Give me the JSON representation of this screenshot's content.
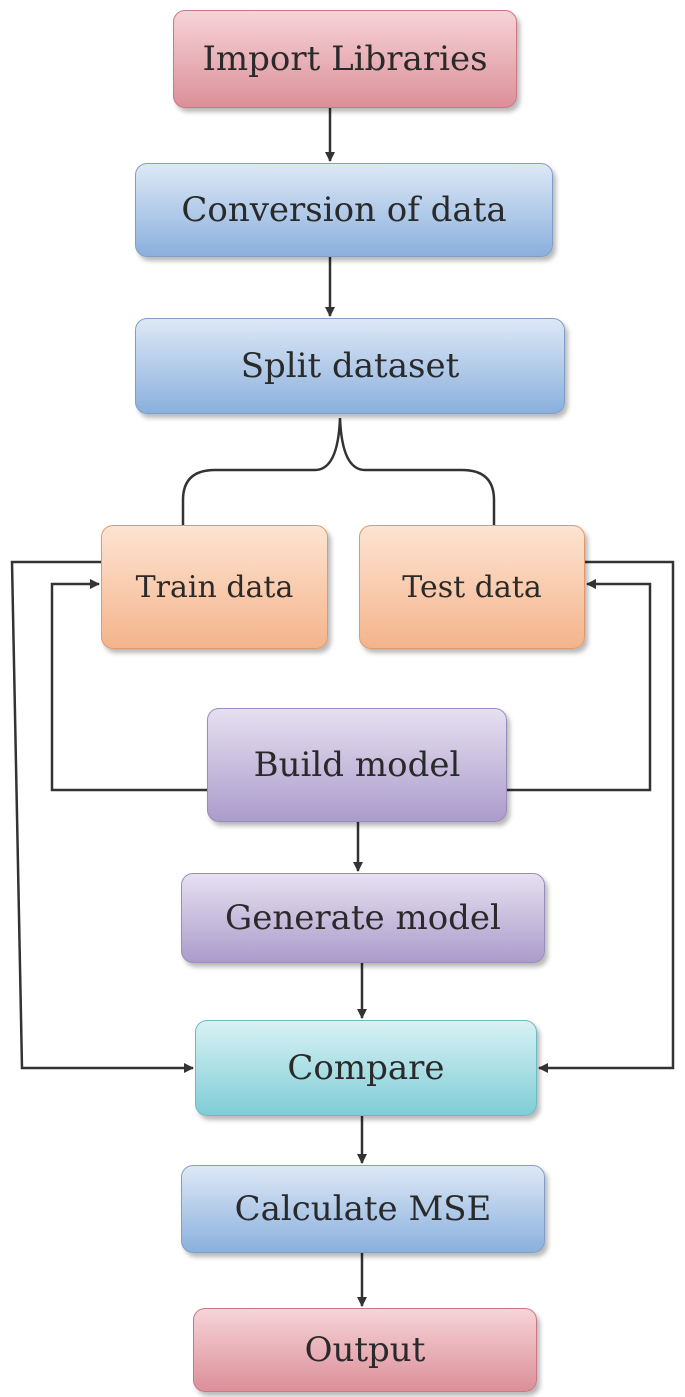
{
  "diagram": {
    "nodes": [
      {
        "id": "import",
        "label": "Import Libraries",
        "fill": [
          "#f6d4d8",
          "#dc8f99"
        ],
        "border": "#c97884"
      },
      {
        "id": "convert",
        "label": "Conversion of data",
        "fill": [
          "#dde8f6",
          "#8ab0dd"
        ],
        "border": "#7f9fc8"
      },
      {
        "id": "split",
        "label": "Split dataset",
        "fill": [
          "#dde8f6",
          "#8ab0dd"
        ],
        "border": "#7f9fc8"
      },
      {
        "id": "train",
        "label": "Train data",
        "fill": [
          "#fde4d2",
          "#f4b48c"
        ],
        "border": "#e09a6a"
      },
      {
        "id": "test",
        "label": "Test data",
        "fill": [
          "#fde4d2",
          "#f4b48c"
        ],
        "border": "#e09a6a"
      },
      {
        "id": "build",
        "label": "Build model",
        "fill": [
          "#e6e0f0",
          "#ab9ccb"
        ],
        "border": "#9a8bbd"
      },
      {
        "id": "generate",
        "label": "Generate model",
        "fill": [
          "#e6e0f0",
          "#ab9ccb"
        ],
        "border": "#9a8bbd"
      },
      {
        "id": "compare",
        "label": "Compare",
        "fill": [
          "#d8f2f4",
          "#7fcdd6"
        ],
        "border": "#6fb9c2"
      },
      {
        "id": "mse",
        "label": "Calculate MSE",
        "fill": [
          "#dde8f6",
          "#8ab0dd"
        ],
        "border": "#7f9fc8"
      },
      {
        "id": "output",
        "label": "Output",
        "fill": [
          "#f6d4d8",
          "#dc8f99"
        ],
        "border": "#c97884"
      }
    ],
    "edges": [
      {
        "from": "import",
        "to": "convert"
      },
      {
        "from": "convert",
        "to": "split"
      },
      {
        "from": "split",
        "to": "train"
      },
      {
        "from": "split",
        "to": "test"
      },
      {
        "from": "build",
        "to": "train"
      },
      {
        "from": "build",
        "to": "test"
      },
      {
        "from": "build",
        "to": "generate"
      },
      {
        "from": "generate",
        "to": "compare"
      },
      {
        "from": "train",
        "to": "compare"
      },
      {
        "from": "test",
        "to": "compare"
      },
      {
        "from": "compare",
        "to": "mse"
      },
      {
        "from": "mse",
        "to": "output"
      }
    ],
    "line_color": "#333333"
  }
}
